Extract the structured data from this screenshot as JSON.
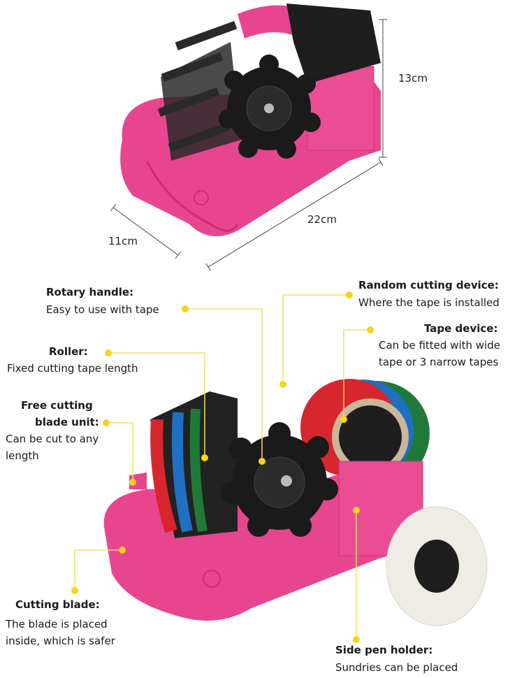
{
  "dimensions": {
    "height": "13cm",
    "length": "22cm",
    "width": "11cm"
  },
  "colors": {
    "body": "#e8458f",
    "gear": "#1e1e1e",
    "callout_dot": "#f7d417",
    "callout_line": "#f3dd6a",
    "tape_red": "#d8262e",
    "tape_blue": "#1f6fc2",
    "tape_green": "#1f7a3a"
  },
  "callouts": [
    {
      "title": "Rotary handle:",
      "text": [
        "Easy to use with tape"
      ]
    },
    {
      "title": "Random cutting device:",
      "text": [
        "Where the tape is installed"
      ]
    },
    {
      "title": "Tape device:",
      "text": [
        "Can be fitted with wide",
        "tape or 3 narrow tapes"
      ]
    },
    {
      "title": "Roller:",
      "text": [
        "Fixed cutting tape length"
      ]
    },
    {
      "title": [
        "Free cutting",
        "blade unit:"
      ],
      "text": [
        "Can be cut to any",
        "length"
      ]
    },
    {
      "title": "Cutting blade:",
      "text": [
        "The blade is placed",
        "inside, which is safer"
      ]
    },
    {
      "title": "Side pen holder:",
      "text": [
        "Sundries can be placed"
      ]
    }
  ]
}
